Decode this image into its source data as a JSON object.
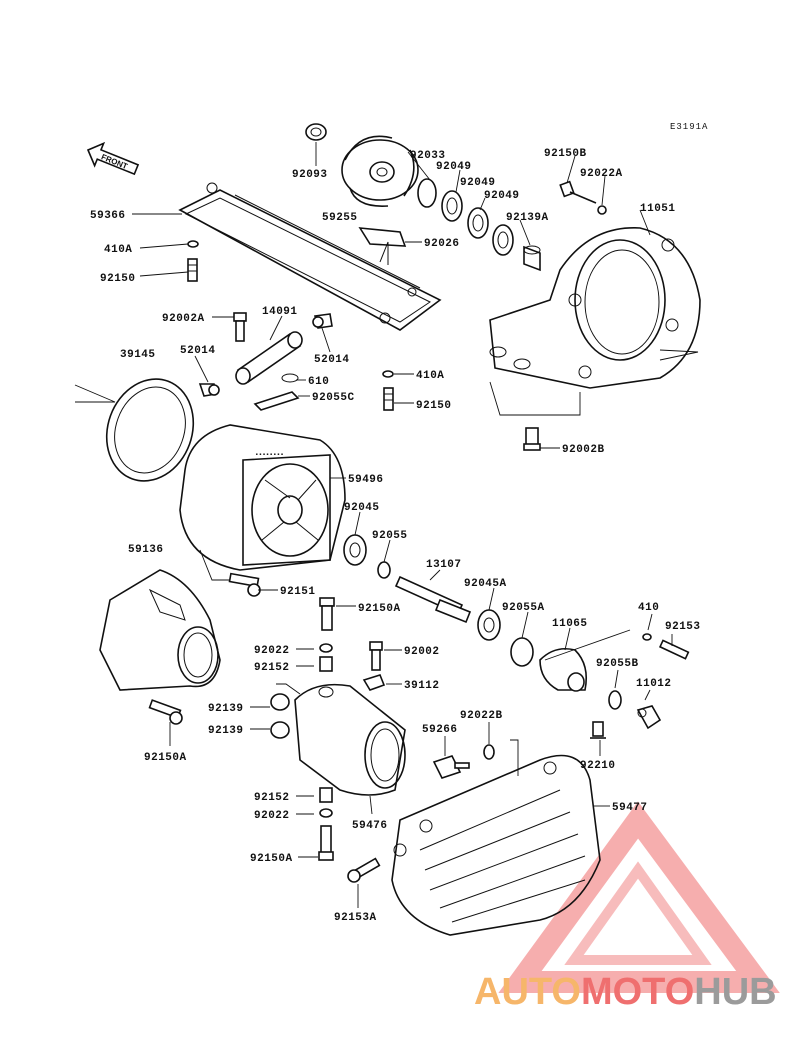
{
  "diagram_code": "E3191A",
  "front_label": "FRONT",
  "watermark": {
    "part1": "AUTO",
    "part2": "MOTO",
    "part3": "HUB",
    "colors": {
      "auto": "#f6b66a",
      "moto": "#ef6f6f",
      "hub": "#9b9b9b",
      "triangle": "#ee6b6b"
    }
  },
  "labels": {
    "p92093": "92093",
    "p92033": "92033",
    "p92049a": "92049",
    "p92049b": "92049",
    "p92049c": "92049",
    "p59255": "59255",
    "p92150B": "92150B",
    "p92022A": "92022A",
    "p11051": "11051",
    "p59366": "59366",
    "p92139A": "92139A",
    "p92026": "92026",
    "p410A_1": "410A",
    "p92150_1": "92150",
    "p92002A": "92002A",
    "p14091": "14091",
    "p52014a": "52014",
    "p52014b": "52014",
    "p39145": "39145",
    "p610": "610",
    "p92055C": "92055C",
    "p410A_2": "410A",
    "p92150_2": "92150",
    "p92002B": "92002B",
    "p59496": "59496",
    "p92045": "92045",
    "p92055": "92055",
    "p59136": "59136",
    "p13107": "13107",
    "p92045A": "92045A",
    "p92151": "92151",
    "p92150A_1": "92150A",
    "p92055A": "92055A",
    "p410": "410",
    "p11065": "11065",
    "p92153": "92153",
    "p92022_1": "92022",
    "p92002": "92002",
    "p92152_1": "92152",
    "p39112": "39112",
    "p92055B": "92055B",
    "p11012": "11012",
    "p92139_1": "92139",
    "p92139_2": "92139",
    "p92150A_2": "92150A",
    "p59266": "59266",
    "p92022B": "92022B",
    "p92210": "92210",
    "p92152_2": "92152",
    "p92022_2": "92022",
    "p59476": "59476",
    "p59477": "59477",
    "p92150A_3": "92150A",
    "p92153A": "92153A"
  }
}
